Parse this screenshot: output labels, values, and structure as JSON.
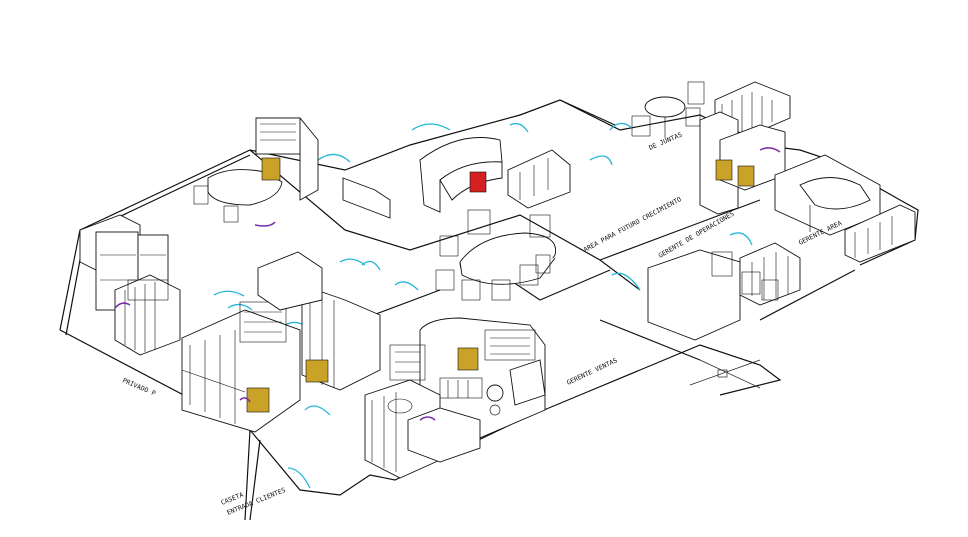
{
  "labels": {
    "sala_juntas": "DE JUNTAS",
    "area_futuro": "AREA PARA FUTURO CRECIMIENTO",
    "gerente_operaciones": "GERENTE DE OPERACIONES",
    "gerente_area": "GERENTE AREA",
    "privado": "PRIVADO P",
    "gerente_ventas": "GERENTE VENTAS",
    "caseta": "CASETA",
    "entrada_cliente": "ENTRADA CLIENTES"
  },
  "colors": {
    "lines": "#111111",
    "doors": "#27b6d6",
    "chairs_yellow": "#c9a227",
    "chair_red": "#d42020",
    "accent_purple": "#7a2aa8"
  }
}
